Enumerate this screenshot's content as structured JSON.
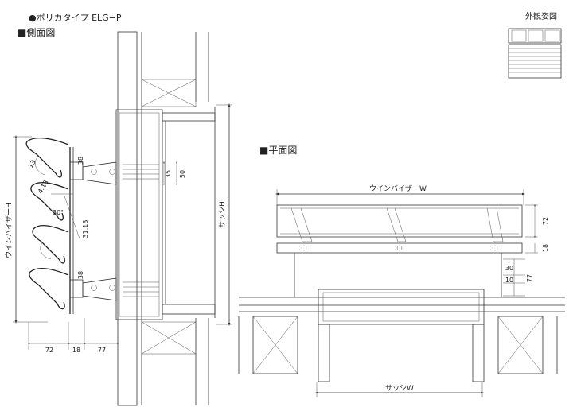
{
  "titles": {
    "product": "●ポリカタイプ ELG−P",
    "side_view": "■側面図",
    "plan_view": "■平面図",
    "exterior_view": "外観姿図"
  },
  "side_dims": {
    "d38_top": "38",
    "d13": "13",
    "d35": "35",
    "d50": "50",
    "d418": "4.18",
    "d30deg": "30°",
    "d3113": "31.13",
    "d38_bottom": "38",
    "window_visor_h": "ウインバイザーH",
    "sash_h": "サッシH",
    "d72": "72",
    "d18": "18",
    "d77": "77"
  },
  "plan_dims": {
    "window_visor_w": "ウインバイザーW",
    "d72": "72",
    "d18": "18",
    "d30": "30",
    "d10": "10",
    "d77": "77",
    "sash_w": "サッシW"
  }
}
